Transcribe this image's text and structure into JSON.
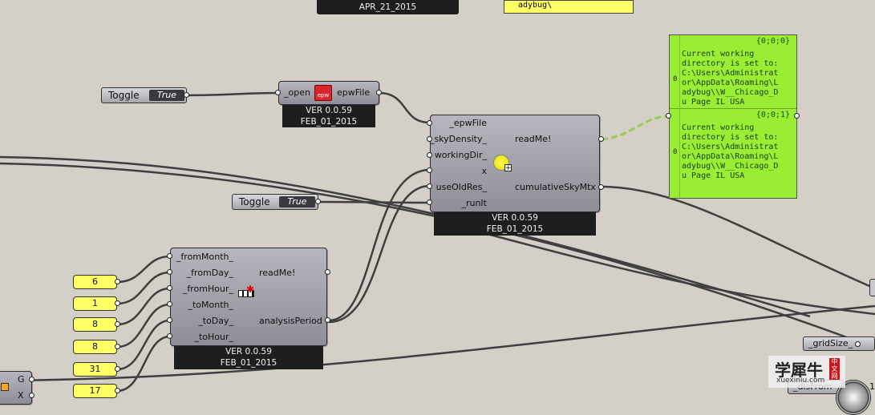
{
  "top_labels": {
    "date": "APR_21_2015",
    "path": "adybug\\"
  },
  "toggles": [
    {
      "label": "Toggle",
      "value": "True"
    },
    {
      "label": "Toggle",
      "value": "True"
    }
  ],
  "open_epw": {
    "input": "_open",
    "output": "epwFile",
    "icon_text": "epw",
    "ver": "VER 0.0.59",
    "date": "FEB_01_2015"
  },
  "sky_matrix": {
    "inputs": [
      "_epwFile",
      "_skyDensity_",
      "workingDir_",
      "x",
      "useOldRes_",
      "_runIt"
    ],
    "outputs": [
      "readMe!",
      "cumulativeSkyMtx"
    ],
    "ver": "VER 0.0.59",
    "date": "FEB_01_2015"
  },
  "analysis_period": {
    "inputs": [
      "_fromMonth_",
      "_fromDay_",
      "_fromHour_",
      "_toMonth_",
      "_toDay_",
      "_toHour_"
    ],
    "outputs": [
      "readMe!",
      "analysisPeriod"
    ],
    "ver": "VER 0.0.59",
    "date": "FEB_01_2015"
  },
  "numbers": [
    "6",
    "1",
    "8",
    "8",
    "31",
    "17"
  ],
  "panels": [
    {
      "path": "{0;0;0}",
      "index": "0",
      "text": "Current working\ndirectory is set to:\nC:\\Users\\Administrat\nor\\AppData\\Roaming\\L\nadybug\\\\W__Chicago_D\nu Page IL USA"
    },
    {
      "path": "{0;0;1}",
      "index": "0",
      "text": "Current working\ndirectory is set to:\nC:\\Users\\Administrat\nor\\AppData\\Roaming\\L\nadybug\\\\W__Chicago_D\nu Page IL USA"
    }
  ],
  "misc": {
    "grid_size": "_gridSize_",
    "dis_from": "_disFrom",
    "gx_g": "G",
    "gx_x": "X",
    "one": "1"
  },
  "watermark": {
    "title": "学犀牛",
    "badge": "中文网",
    "url": "xuexiniu.com"
  }
}
